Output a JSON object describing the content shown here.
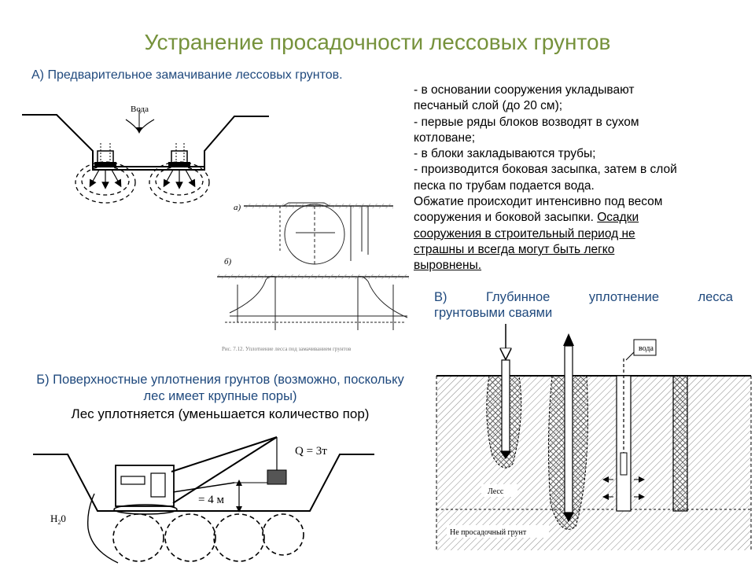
{
  "title": "Устранение просадочности лессовых грунтов",
  "section_a": {
    "heading": "А) Предварительное замачивание лессовых грунтов.",
    "figure_label": "Вода",
    "list": [
      "- в основании сооружения укладывают",
      "песчаный слой (до 20 см);",
      "- первые ряды блоков возводят в сухом",
      "котловане;",
      "- в блоки закладываются трубы;",
      "- производится боковая засыпка, затем в слой",
      "песка по трубам подается вода.",
      "Обжатие происходит интенсивно под весом",
      "сооружения и боковой засыпки."
    ],
    "underlined": [
      "Осадки",
      "сооружения в строительный период не",
      "страшны и всегда могут быть легко",
      "выровнены."
    ]
  },
  "section_b": {
    "heading_line1": "Б) Поверхностные уплотнения грунтов (возможно, поскольку",
    "heading_line2": "лес имеет крупные поры)",
    "subheading": "Лес уплотняется (уменьшается количество пор)",
    "q_label": "Q = 3т",
    "height_label": "= 4 м",
    "h0_label": "H",
    "h0_sub": "2",
    "h0_tail": "0"
  },
  "section_v": {
    "heading_left": "В)",
    "heading_mid": "Глубинное",
    "heading_mid2": "уплотнение",
    "heading_right": "лесса",
    "heading_line2": "грунтовыми сваями",
    "water_label": "вода",
    "loess_label": "Лесс",
    "ground_label": "Не просадочный грунт"
  },
  "diagram_labels": {
    "a": "а)",
    "b": "б)",
    "caption": "Рис. 7.12. Уплотнение лесса под замачиванием грунтов"
  }
}
